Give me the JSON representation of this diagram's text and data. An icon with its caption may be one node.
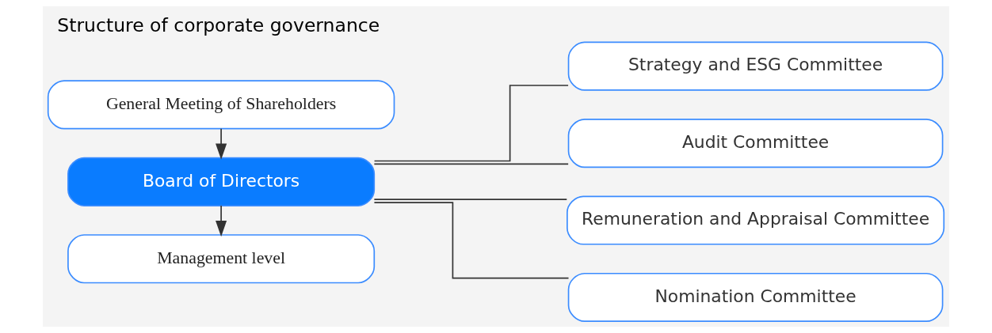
{
  "diagram": {
    "title": "Structure of corporate governance",
    "nodes": [
      {
        "text": [
          "General Meeting of Shareholders"
        ]
      },
      {
        "text": [
          "Board of Directors"
        ]
      },
      {
        "text": [
          "Management level"
        ]
      },
      {
        "text": [
          "Strategy and ESG Committee"
        ]
      },
      {
        "text": [
          "Audit Committee"
        ]
      },
      {
        "text": [
          "Remuneration and Appraisal Committee"
        ]
      },
      {
        "text": [
          "Nomination Committee"
        ]
      }
    ],
    "edges": [
      {
        "from": 0,
        "to": 1,
        "arrow": "to"
      },
      {
        "from": 1,
        "to": 2,
        "arrow": "to"
      },
      {
        "from": 1,
        "to": 3,
        "arrow": "none"
      },
      {
        "from": 1,
        "to": 4,
        "arrow": "none"
      },
      {
        "from": 1,
        "to": 5,
        "arrow": "none"
      },
      {
        "from": 1,
        "to": 6,
        "arrow": "none"
      }
    ]
  }
}
